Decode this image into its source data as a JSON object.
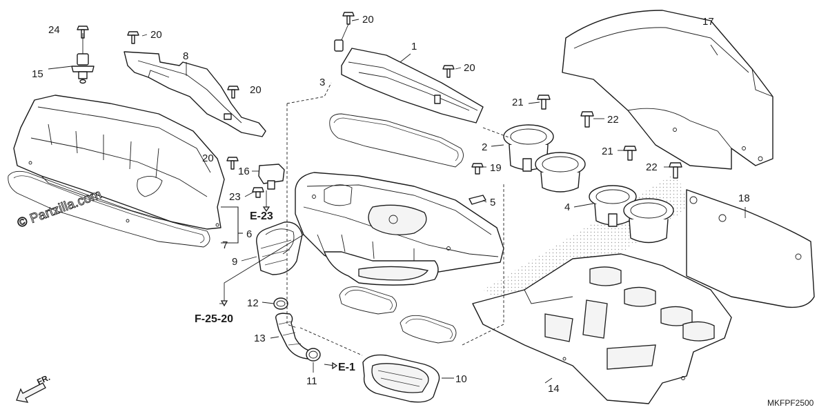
{
  "diagram": {
    "callouts": {
      "c1": "1",
      "c2": "2",
      "c3": "3",
      "c4": "4",
      "c5": "5",
      "c6": "6",
      "c7": "7",
      "c8": "8",
      "c9": "9",
      "c10": "10",
      "c11": "11",
      "c12": "12",
      "c13": "13",
      "c14": "14",
      "c15": "15",
      "c16": "16",
      "c17": "17",
      "c18": "18",
      "c19": "19",
      "c20a": "20",
      "c20b": "20",
      "c20c": "20",
      "c20d": "20",
      "c20e": "20",
      "c21a": "21",
      "c21b": "21",
      "c22a": "22",
      "c22b": "22",
      "c23": "23",
      "c24": "24"
    },
    "references": {
      "e23": "E-23",
      "f2520": "F-25-20",
      "e1": "E-1"
    },
    "watermark": "© Partzilla.com",
    "direction": "FR.",
    "diagram_code": "MKFPF2500"
  }
}
